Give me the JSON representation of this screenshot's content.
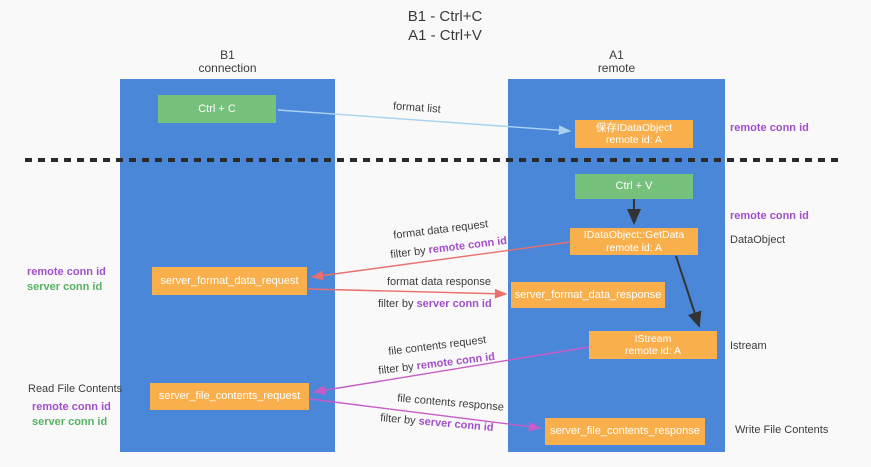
{
  "title": {
    "line1": "B1 - Ctrl+C",
    "line2": "A1 - Ctrl+V"
  },
  "columns": {
    "left": {
      "name": "B1",
      "role": "connection"
    },
    "right": {
      "name": "A1",
      "role": "remote"
    }
  },
  "nodes": {
    "ctrl_c": "Ctrl + C",
    "ctrl_v": "Ctrl + V",
    "save_idataobject": {
      "line1": "保存IDataObject",
      "line2": "remote id: A"
    },
    "getdata": {
      "line1": "IDataObject::GetData",
      "line2": "remote id: A"
    },
    "istream": {
      "line1": "IStream",
      "line2": "remote id: A"
    },
    "format_request": "server_format_data_request",
    "format_response": "server_format_data_response",
    "file_request": "server_file_contents_request",
    "file_response": "server_file_contents_response"
  },
  "edge_labels": {
    "format_list": "format list",
    "format_data_request": "format data request",
    "format_data_response": "format data response",
    "file_contents_request": "file contents request",
    "file_contents_response": "file contents response",
    "filter_by": "filter by ",
    "remote_conn_id": "remote conn id",
    "server_conn_id": "server conn id"
  },
  "side_labels": {
    "remote_conn_id": "remote conn id",
    "server_conn_id": "server conn id",
    "dataobject": "DataObject",
    "istream": "Istream",
    "read_file_contents": "Read File Contents",
    "write_file_contents": "Write File Contents"
  },
  "colors": {
    "lane_blue": "#4a87d9",
    "box_green": "#76c17b",
    "box_orange": "#f9b04c",
    "arrow_lightblue": "#a8d2ef",
    "arrow_black": "#333333",
    "arrow_red": "#e8706d",
    "arrow_magenta": "#c75bc7",
    "text_purple": "#a24fc9",
    "text_green": "#57b264"
  }
}
